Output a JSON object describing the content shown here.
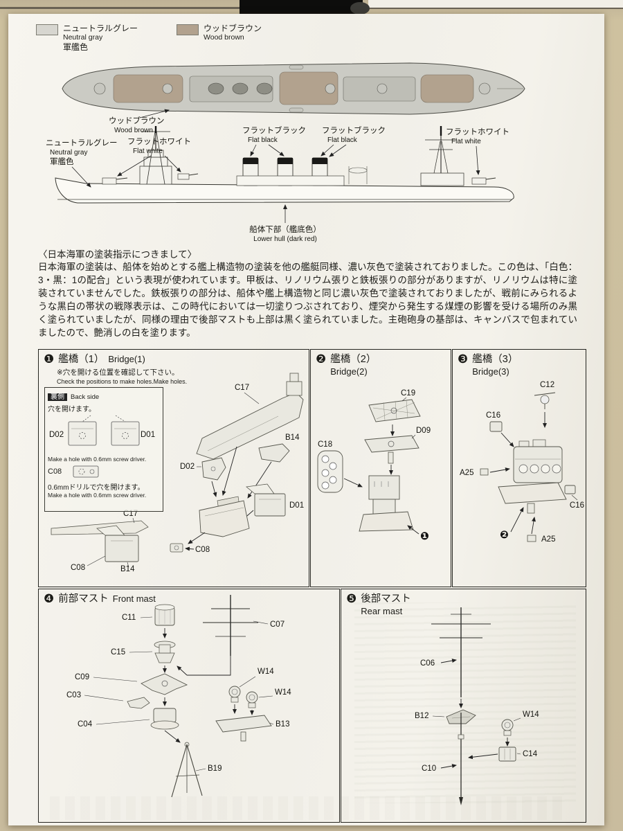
{
  "colors": {
    "background_tan": "#c9bc9e",
    "paper": "#f3f1ea",
    "neutral_gray": "#d7d6d0",
    "wood_brown": "#b2a28e",
    "flat_black": "#1a1a18"
  },
  "legend": {
    "items": [
      {
        "jp": "ニュートラルグレー",
        "en": "Neutral gray",
        "sub": "軍艦色"
      },
      {
        "jp": "ウッドブラウン",
        "en": "Wood brown",
        "sub": ""
      }
    ]
  },
  "callouts": {
    "wood_brown": {
      "jp": "ウッドブラウン",
      "en": "Wood brown"
    },
    "neutral_gray": {
      "jp": "ニュートラルグレー",
      "en": "Neutral gray",
      "sub": "軍艦色"
    },
    "flat_white_fore": {
      "jp": "フラットホワイト",
      "en": "Flat white"
    },
    "flat_black_1": {
      "jp": "フラットブラック",
      "en": "Flat black"
    },
    "flat_black_2": {
      "jp": "フラットブラック",
      "en": "Flat black"
    },
    "flat_white_aft": {
      "jp": "フラットホワイト",
      "en": "Flat white"
    },
    "lower_hull": {
      "jp": "船体下部（艦底色）",
      "en": "Lower hull (dark red)"
    }
  },
  "paint_note": {
    "heading": "〈日本海軍の塗装指示につきまして〉",
    "body": "日本海軍の塗装は、船体を始めとする艦上構造物の塗装を他の艦艇同様、濃い灰色で塗装されておりました。この色は、「白色：3・黒：1の配合」という表現が使われています。甲板は、リノリウム張りと鉄板張りの部分がありますが、リノリウムは特に塗装されていませんでした。鉄板張りの部分は、船体や艦上構造物と同じ濃い灰色で塗装されておりましたが、戦前にみられるような黒白の帯状の戦隊表示は、この時代においては一切塗りつぶされており、煙突から発生する煤煙の影響を受ける場所のみ黒く塗られていましたが、同様の理由で後部マストも上部は黒く塗られていました。主砲砲身の基部は、キャンバスで包まれていましたので、艶消しの白を塗ります。"
  },
  "steps": [
    {
      "num": "❶",
      "jp": "艦橋（1）",
      "en": "Bridge(1)",
      "note_jp": "※穴を開ける位置を確認して下さい。",
      "note_en": "Check the positions to make holes.Make holes.",
      "inset": {
        "back_jp": "裏側",
        "back_en": "Back side",
        "open_jp": "穴を開けます。",
        "d02": "D02",
        "d01": "D01",
        "drill_en": "Make a hole with 0.6mm screw driver.",
        "c08": "C08",
        "drill_jp": "0.6mmドリルで穴を開けます。",
        "drill_en2": "Make a hole with 0.6mm screw driver."
      },
      "parts": {
        "c17": "C17",
        "d02": "D02",
        "b14": "B14",
        "d01": "D01",
        "c08": "C08",
        "c17b": "C17",
        "c08b": "C08",
        "b14b": "B14"
      }
    },
    {
      "num": "❷",
      "jp": "艦橋（2）",
      "en": "Bridge(2)",
      "parts": {
        "c19": "C19",
        "d09": "D09",
        "c18": "C18",
        "badge": "❶"
      }
    },
    {
      "num": "❸",
      "jp": "艦橋（3）",
      "en": "Bridge(3)",
      "parts": {
        "c12": "C12",
        "c16a": "C16",
        "a25a": "A25",
        "c16b": "C16",
        "a25b": "A25",
        "badge": "❷"
      }
    },
    {
      "num": "❹",
      "jp": "前部マスト",
      "en": "Front mast",
      "parts": {
        "c11": "C11",
        "c15": "C15",
        "c09": "C09",
        "c03": "C03",
        "c04": "C04",
        "c07": "C07",
        "w14a": "W14",
        "w14b": "W14",
        "b13": "B13",
        "b19": "B19"
      }
    },
    {
      "num": "❺",
      "jp": "後部マスト",
      "en": "Rear mast",
      "parts": {
        "c06": "C06",
        "b12": "B12",
        "w14": "W14",
        "c14": "C14",
        "c10": "C10"
      }
    }
  ]
}
